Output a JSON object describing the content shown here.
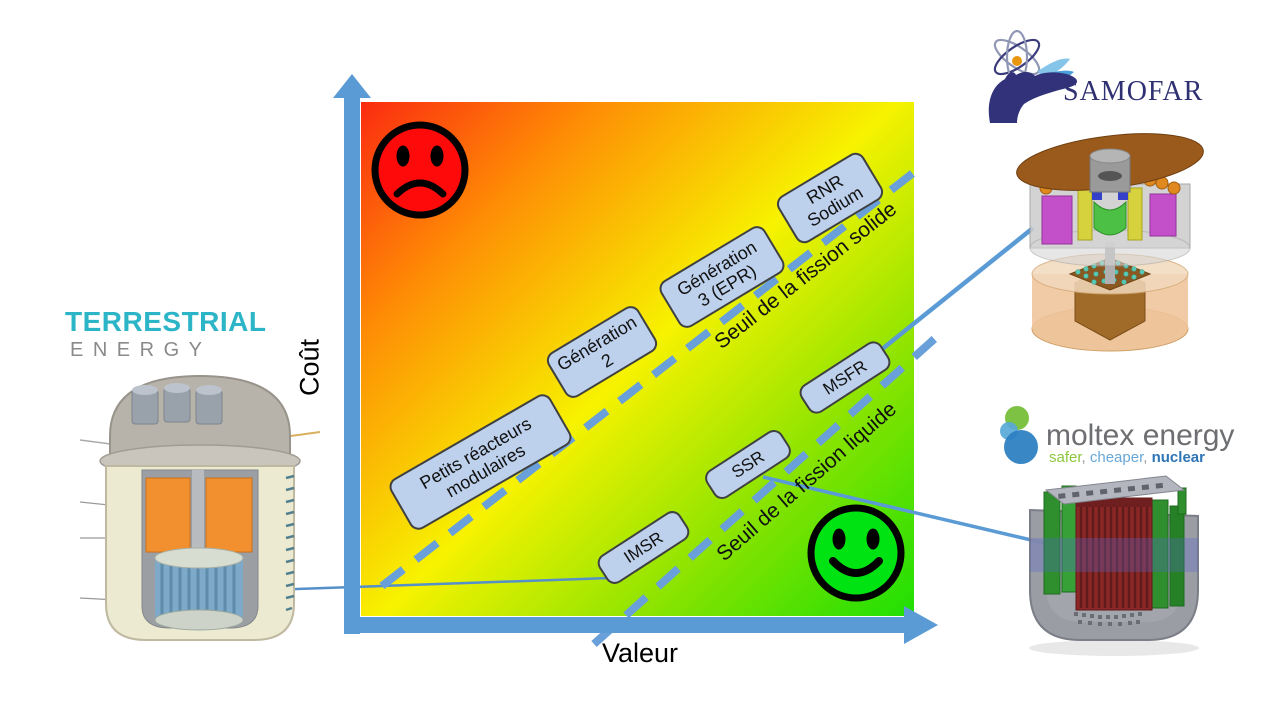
{
  "axes": {
    "y_label": "Coût",
    "x_label": "Valeur"
  },
  "boxes": {
    "prm": "Petits réacteurs\nmodulaires",
    "gen2": "Génération\n2",
    "gen3": "Génération\n3 (EPR)",
    "rnr": "RNR\nSodium",
    "imsr": "IMSR",
    "ssr": "SSR",
    "msfr": "MSFR"
  },
  "thresholds": {
    "solid": "Seuil de la fission solide",
    "liquid": "Seuil de la fission liquide"
  },
  "icons": {
    "sad_face": "frowning-face-icon",
    "happy_face": "smiling-face-icon",
    "samofar_mark": "hand-holding-atom-icon",
    "moltex_mark": "three-circles-icon"
  },
  "logos": {
    "terrestrial": {
      "line1": "TERRESTRIAL",
      "line2": "ENERGY"
    },
    "samofar": {
      "name": "SAMOFAR"
    },
    "moltex": {
      "name": "moltex energy",
      "tagline": {
        "p1": "safer",
        "sep1": ", ",
        "p2": "cheaper",
        "sep2": ", ",
        "p3": "nuclear"
      }
    }
  },
  "colors": {
    "axis_blue": "#5b9bd5",
    "dash_blue": "#6aa0da",
    "connector_blue": "#5b9bd5",
    "box_fill": "#bdd0ec",
    "box_border": "#3f4040",
    "gradient_top_left": "#fb2b10",
    "gradient_middle": "#f7f200",
    "gradient_bottom_right": "#1edf04",
    "sad_face_fill": "#ff0a0a",
    "happy_face_fill": "#00e313",
    "terrestrial_teal": "#2cb4c7",
    "terrestrial_gray": "#8a8a8a",
    "samofar_navy": "#303173",
    "moltex_gray": "#6d6e71",
    "moltex_green": "#8cc63f",
    "moltex_lightblue": "#68a8d8",
    "moltex_blue": "#2e75b6"
  }
}
